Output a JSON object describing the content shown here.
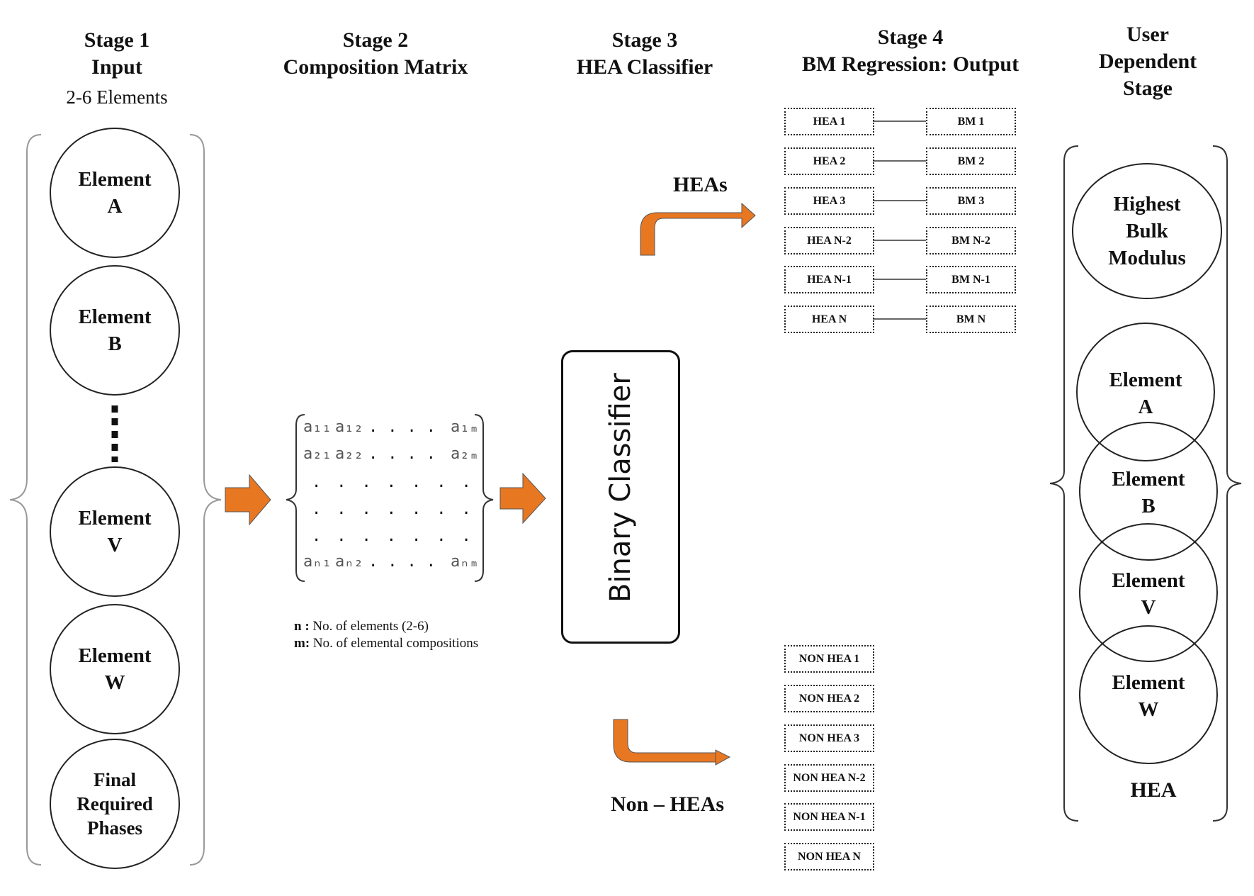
{
  "stage1": {
    "title": "Stage 1",
    "subtitle": "Input",
    "note": "2-6 Elements",
    "circles": [
      {
        "line1": "Element",
        "line2": "A"
      },
      {
        "line1": "Element",
        "line2": "B"
      },
      {
        "line1": "Element",
        "line2": "V"
      },
      {
        "line1": "Element",
        "line2": "W"
      },
      {
        "line1": "Final",
        "line2": "Required",
        "line3": "Phases"
      }
    ]
  },
  "stage2": {
    "title": "Stage 2",
    "subtitle": "Composition Matrix",
    "matrix": {
      "r1": [
        "a₁₁",
        "a₁₂",
        "a₁ₘ"
      ],
      "r2": [
        "a₂₁",
        "a₂₂",
        "a₂ₘ"
      ],
      "rn": [
        "aₙ₁",
        "aₙ₂",
        "aₙₘ"
      ]
    },
    "legend_n_key": "n :",
    "legend_n_text": "No. of elements (2-6)",
    "legend_m_key": "m:",
    "legend_m_text": "No. of elemental compositions"
  },
  "stage3": {
    "title": "Stage 3",
    "subtitle": "HEA Classifier",
    "classifier_label": "Binary Classifier",
    "heas_label": "HEAs",
    "non_heas_label": "Non – HEAs"
  },
  "stage4": {
    "title": "Stage 4",
    "subtitle": "BM Regression: Output",
    "hea_boxes": [
      "HEA 1",
      "HEA 2",
      "HEA 3",
      "HEA N-2",
      "HEA N-1",
      "HEA N"
    ],
    "bm_boxes": [
      "BM 1",
      "BM 2",
      "BM 3",
      "BM N-2",
      "BM N-1",
      "BM N"
    ],
    "non_hea_boxes": [
      "NON HEA 1",
      "NON HEA 2",
      "NON HEA 3",
      "NON HEA N-2",
      "NON HEA N-1",
      "NON HEA N"
    ]
  },
  "user_stage": {
    "line1": "User",
    "line2": "Dependent",
    "line3": "Stage",
    "top_circle": {
      "line1": "Highest",
      "line2": "Bulk",
      "line3": "Modulus"
    },
    "circles": [
      {
        "line1": "Element",
        "line2": "A"
      },
      {
        "line1": "Element",
        "line2": "B"
      },
      {
        "line1": "Element",
        "line2": "V"
      },
      {
        "line1": "Element",
        "line2": "W"
      }
    ],
    "bottom_label": "HEA"
  },
  "colors": {
    "arrow": "#E87722",
    "stroke": "#222222"
  }
}
